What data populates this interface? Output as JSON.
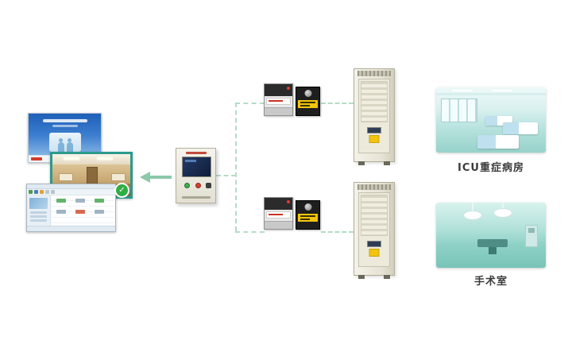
{
  "diagram": {
    "background": "#ffffff",
    "connector_color": "#b5dcc6",
    "arrow_color": "#8bc9a9",
    "accent_warning_yellow": "#f2c40e",
    "branches": [
      {
        "id": "icu-ward",
        "label": "ICU重症病房"
      },
      {
        "id": "operating-room",
        "label": "手术室"
      }
    ],
    "icons": {
      "check": "✓"
    }
  }
}
